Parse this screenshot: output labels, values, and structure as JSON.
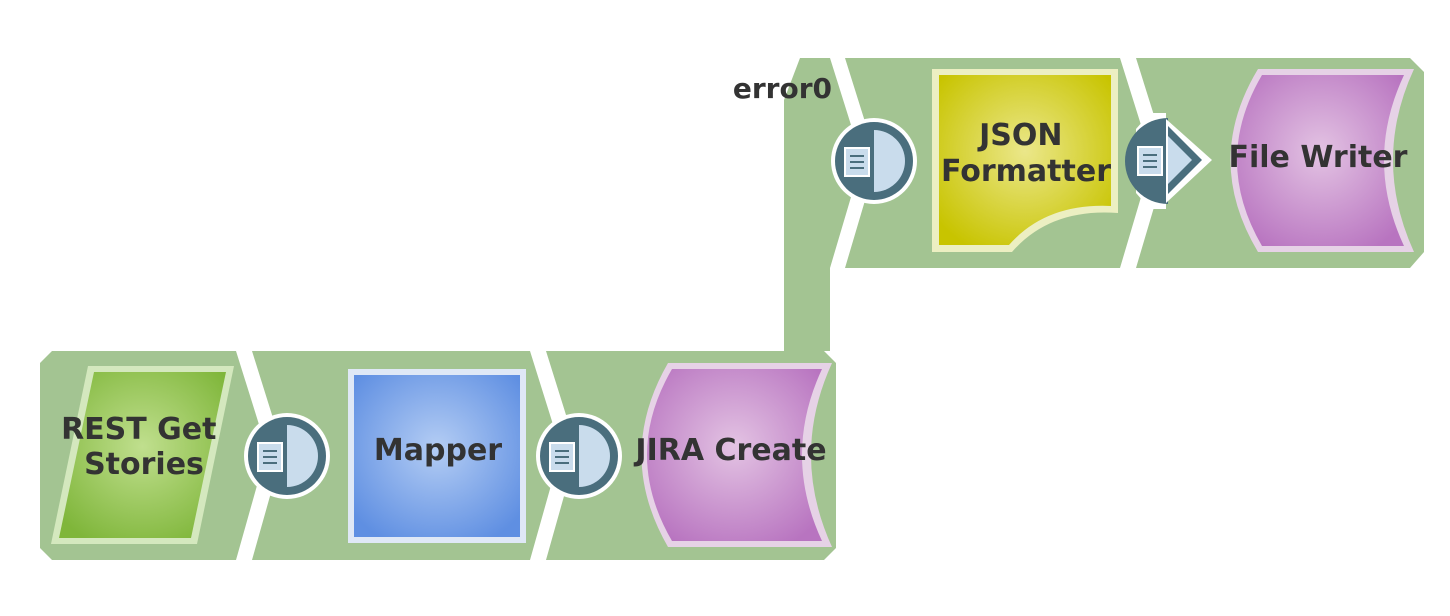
{
  "pipeline": {
    "snaps": [
      {
        "id": "rest",
        "label_lines": [
          "REST Get",
          "Stories"
        ],
        "kind": "read",
        "color": "#8fc24a"
      },
      {
        "id": "mapper",
        "label_lines": [
          "Mapper"
        ],
        "kind": "transform",
        "color": "#6d9be6"
      },
      {
        "id": "jira",
        "label_lines": [
          "JIRA Create"
        ],
        "kind": "write",
        "color": "#c483c4"
      },
      {
        "id": "json",
        "label_lines": [
          "JSON",
          "Formatter"
        ],
        "kind": "format",
        "color": "#cfcd21"
      },
      {
        "id": "writer",
        "label_lines": [
          "File Writer"
        ],
        "kind": "write",
        "color": "#c483c4"
      }
    ],
    "error_view_label": "error0",
    "connectors": [
      {
        "id": "rest-mapper",
        "type": "document",
        "icon": "document-icon"
      },
      {
        "id": "mapper-jira",
        "type": "document",
        "icon": "document-icon"
      },
      {
        "id": "error-json",
        "type": "document",
        "icon": "document-icon"
      },
      {
        "id": "json-writer",
        "type": "binary",
        "icon": "document-icon"
      }
    ],
    "colors": {
      "band": "#a3c492",
      "connector_dark": "#4a6e7d",
      "connector_light": "#c9dcec"
    }
  }
}
